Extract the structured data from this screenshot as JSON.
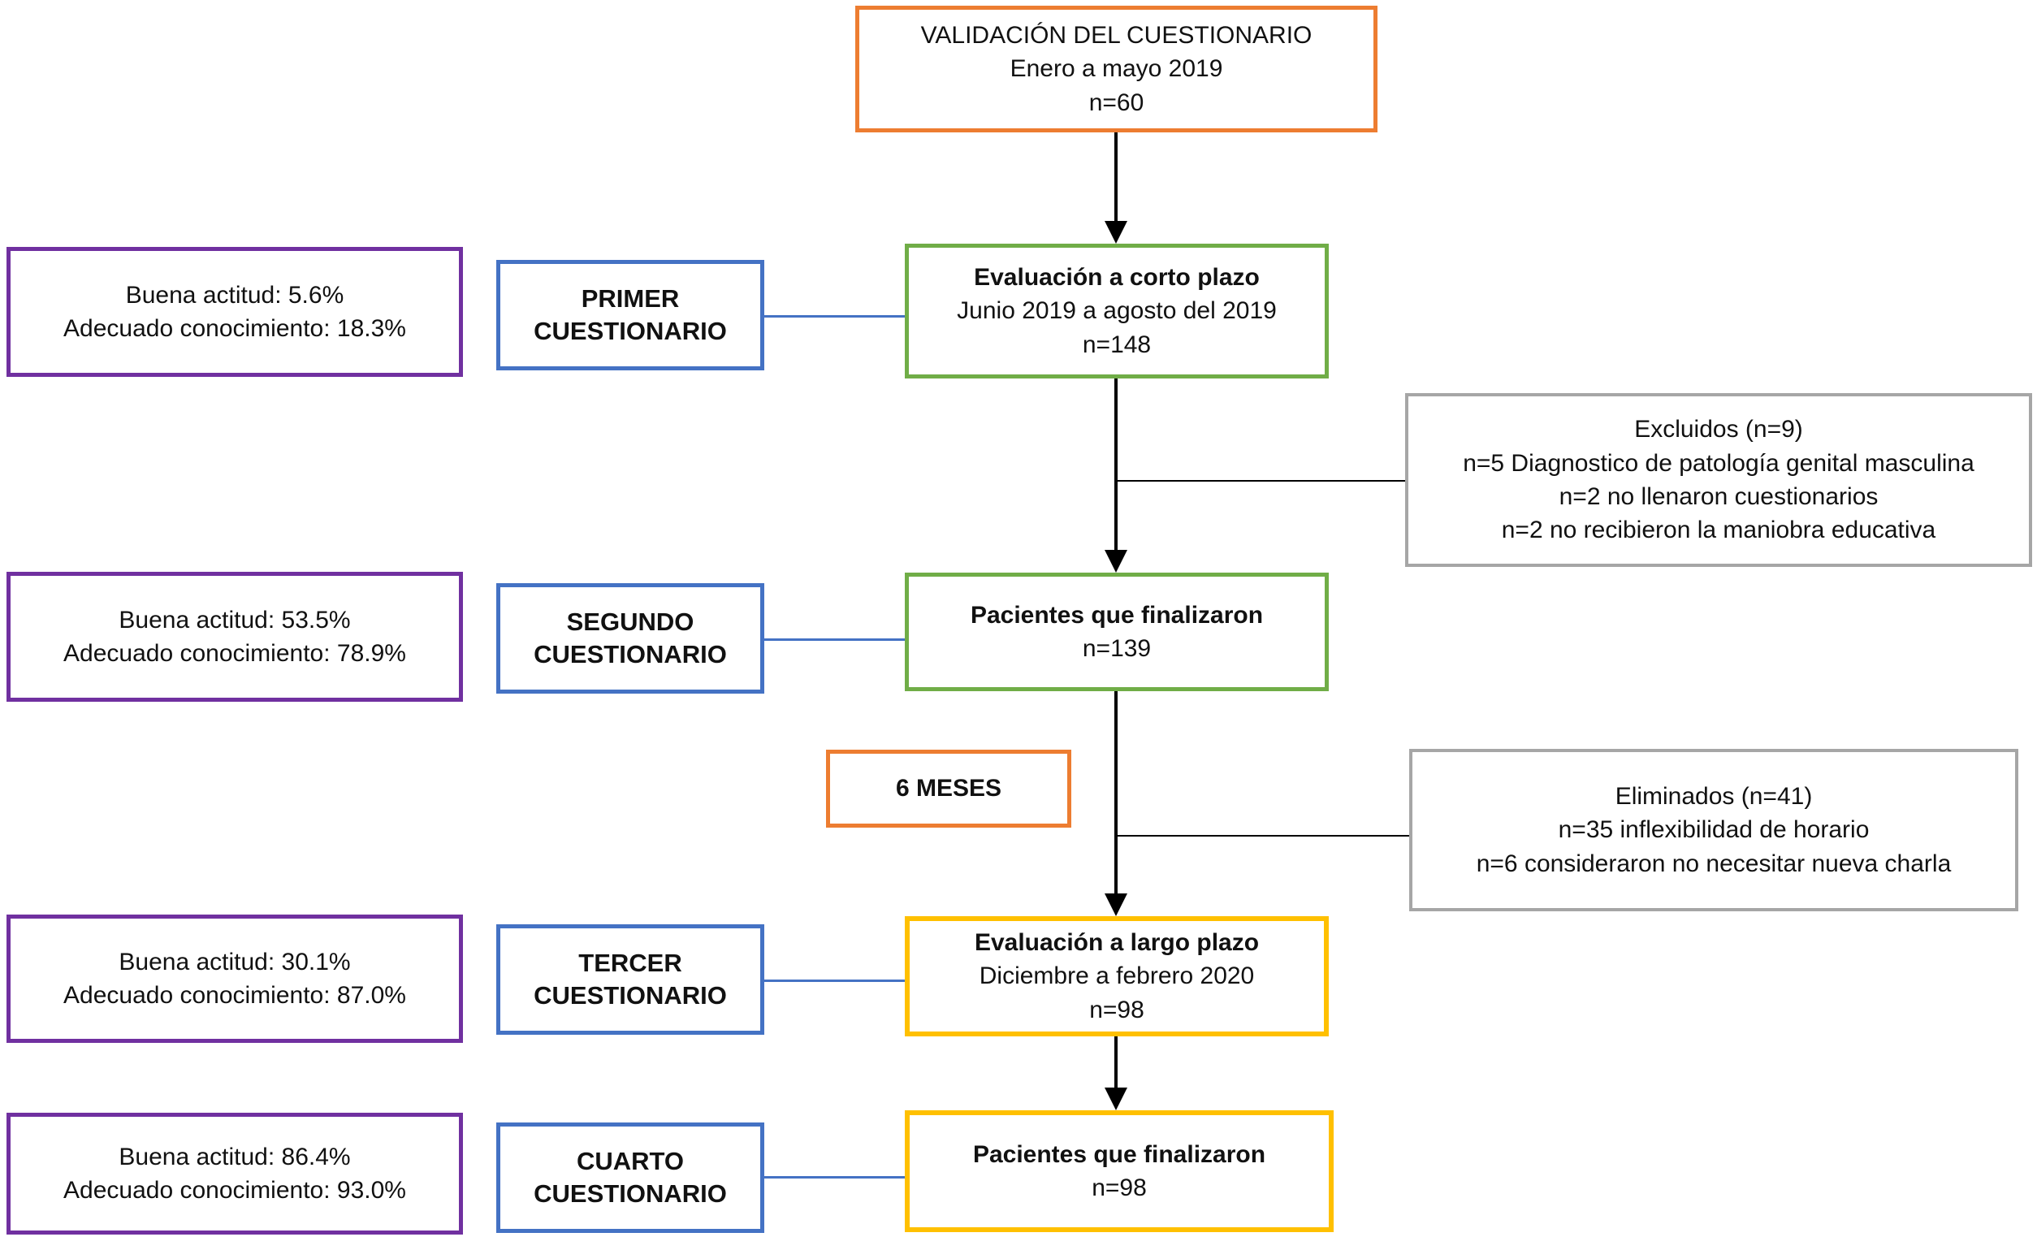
{
  "colors": {
    "orange": "#ED7D31",
    "green": "#70AD47",
    "blue": "#4472C4",
    "purple": "#7030A0",
    "gold": "#FFC000",
    "gray": "#A6A6A6",
    "arrow_black": "#000000"
  },
  "validation_box": {
    "title": "VALIDACIÓN DEL CUESTIONARIO",
    "period": "Enero a mayo 2019",
    "n": "n=60"
  },
  "flow": {
    "short_term": {
      "title": "Evaluación a corto plazo",
      "period": "Junio 2019 a agosto del 2019",
      "n": "n=148"
    },
    "finished_short": {
      "title": "Pacientes que finalizaron",
      "n": "n=139"
    },
    "six_months_label": "6 MESES",
    "long_term": {
      "title": "Evaluación a largo plazo",
      "period": "Diciembre a febrero 2020",
      "n": "n=98"
    },
    "finished_long": {
      "title": "Pacientes que finalizaron",
      "n": "n=98"
    }
  },
  "questionnaires": [
    {
      "word": "PRIMER",
      "label": "CUESTIONARIO",
      "stats1": "Buena actitud: 5.6%",
      "stats2": "Adecuado conocimiento: 18.3%"
    },
    {
      "word": "SEGUNDO",
      "label": "CUESTIONARIO",
      "stats1": "Buena actitud: 53.5%",
      "stats2": "Adecuado conocimiento: 78.9%"
    },
    {
      "word": "TERCER",
      "label": "CUESTIONARIO",
      "stats1": "Buena actitud: 30.1%",
      "stats2": "Adecuado conocimiento: 87.0%"
    },
    {
      "word": "CUARTO",
      "label": "CUESTIONARIO",
      "stats1": "Buena actitud: 86.4%",
      "stats2": "Adecuado conocimiento: 93.0%"
    }
  ],
  "excluded_box": {
    "title": "Excluidos (n=9)",
    "reason1": "n=5 Diagnostico de patología genital masculina",
    "reason2": "n=2 no llenaron cuestionarios",
    "reason3": "n=2 no recibieron la maniobra educativa"
  },
  "eliminated_box": {
    "title": "Eliminados (n=41)",
    "reason1": "n=35 inflexibilidad de horario",
    "reason2": "n=6 consideraron no necesitar  nueva charla"
  }
}
